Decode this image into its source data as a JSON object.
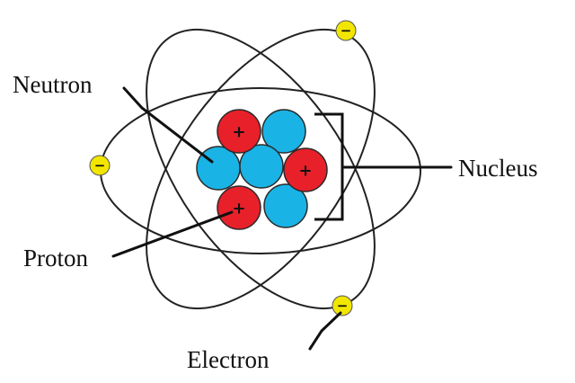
{
  "labels": {
    "neutron": "Neutron",
    "proton": "Proton",
    "nucleus": "Nucleus",
    "electron": "Electron"
  },
  "signs": {
    "proton": "+",
    "electron": "−"
  },
  "colors": {
    "proton": "#e8202a",
    "neutron": "#1ab3e6",
    "electron": "#f2e600",
    "orbit": "#222222",
    "line": "#111111"
  }
}
